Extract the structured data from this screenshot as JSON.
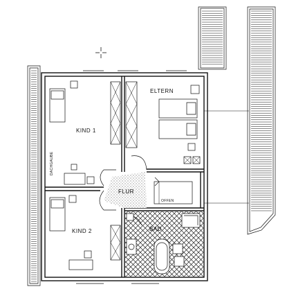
{
  "rooms": {
    "kind1": "KIND 1",
    "eltern": "ELTERN",
    "flur": "FLUR",
    "kind2": "KIND 2",
    "bad": "BAD",
    "offen": "OFFEN",
    "dachgaube": "DACHGAUBE"
  },
  "icons": {
    "crosshair": "crosshair-icon"
  },
  "colors": {
    "line": "#111111",
    "background": "#ffffff"
  }
}
